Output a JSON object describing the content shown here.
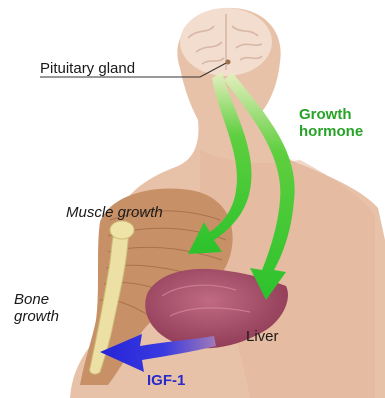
{
  "labels": {
    "pituitary_gland": "Pituitary gland",
    "growth_hormone_line1": "Growth",
    "growth_hormone_line2": "hormone",
    "muscle_growth": "Muscle growth",
    "bone_growth_line1": "Bone",
    "bone_growth_line2": "growth",
    "liver": "Liver",
    "igf1": "IGF-1"
  },
  "colors": {
    "skin": "#e8c2a8",
    "skin_shadow": "#d9a98c",
    "brain": "#efd9c9",
    "muscle": "#c98f63",
    "bone": "#e9dca0",
    "liver": "#a04a63",
    "growth_hormone_arrow": "#33c133",
    "igf1_arrow": "#2b2bd6"
  }
}
